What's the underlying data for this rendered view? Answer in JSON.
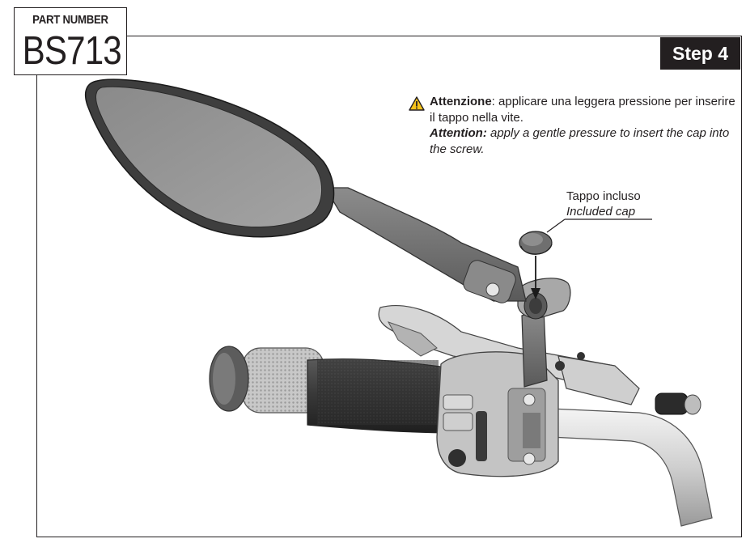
{
  "header": {
    "part_label": "PART NUMBER",
    "part_number": "BS713",
    "step": "Step 4"
  },
  "note": {
    "it_bold": "Attenzione",
    "it_text": ": applicare una leggera pressione per inserire il tappo nella vite.",
    "en_bold": "Attention:",
    "en_text": " apply a gentle pressure to insert the cap into the screw."
  },
  "callout": {
    "it": "Tappo incluso",
    "en": "Included cap"
  },
  "colors": {
    "ink": "#231f20",
    "warning_yellow": "#f7c31a"
  }
}
